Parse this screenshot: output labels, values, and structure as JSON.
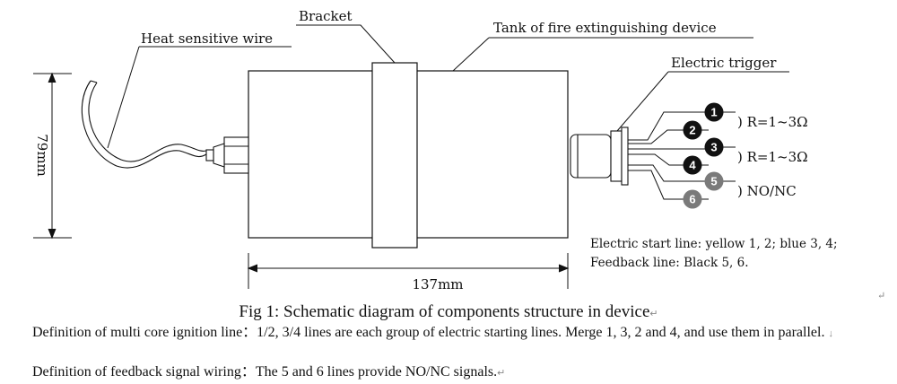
{
  "labels": {
    "bracket": "Bracket",
    "tank": "Tank of fire extinguishing device",
    "wire": "Heat sensitive wire",
    "trigger": "Electric trigger"
  },
  "dimensions": {
    "height": "79mm",
    "width": "137mm"
  },
  "terminals": [
    {
      "num": "1",
      "color": "#111111"
    },
    {
      "num": "2",
      "color": "#111111"
    },
    {
      "num": "3",
      "color": "#111111"
    },
    {
      "num": "4",
      "color": "#111111"
    },
    {
      "num": "5",
      "color": "#7a7a7a"
    },
    {
      "num": "6",
      "color": "#7a7a7a"
    }
  ],
  "terminal_notes": {
    "pair12": ") R=1~3Ω",
    "pair34": ") R=1~3Ω",
    "pair56": ") NO/NC"
  },
  "wiring_note": {
    "line1": "Electric start line: yellow 1, 2; blue 3, 4;",
    "line2": "Feedback line: Black 5, 6."
  },
  "caption": "Fig 1: Schematic diagram of components structure in device",
  "definitions": {
    "ignition": "Definition of multi core ignition line：1/2, 3/4 lines are each group of electric starting lines. Merge 1, 3, 2 and 4, and use them in parallel.",
    "feedback": "Definition of feedback signal wiring：The 5 and 6 lines provide NO/NC signals."
  },
  "paragraph_mark": "↵",
  "line_mark": "↓"
}
